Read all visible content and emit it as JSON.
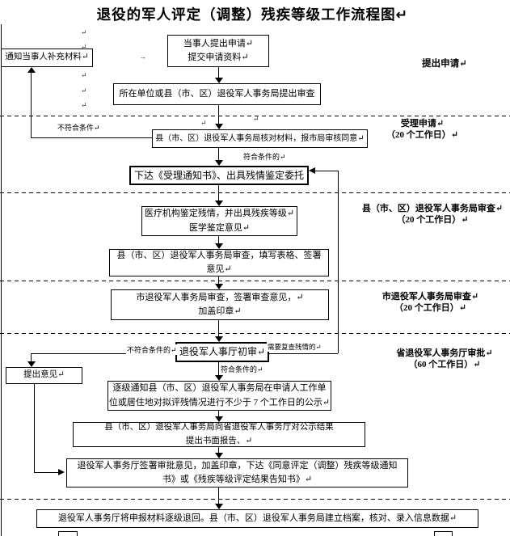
{
  "title": "退役的军人评定（调整）残疾等级工作流程图↵",
  "boxes": {
    "notify_supplement": {
      "lines": [
        "通知当事人补充材料↵"
      ]
    },
    "applicant_apply": {
      "lines": [
        "当事人提出申请↵",
        "提交申请资料↵"
      ]
    },
    "unit_review": {
      "lines": [
        "所在单位或县（市、区）退役军人事务局提出审查"
      ]
    },
    "county_check": {
      "lines": [
        "县（市、区）退役军人事务局核对材料，报市局审核同意↵"
      ]
    },
    "issue_notice": {
      "lines": [
        "下达《受理通知书》、出具残情鉴定委托"
      ]
    },
    "medical_appraisal": {
      "lines": [
        "医疗机构鉴定残情，并出具残疾等级↵",
        "医学鉴定意见↵"
      ]
    },
    "county_review": {
      "lines": [
        "县（市、区）退役军人事务局审查，填写表格、签署",
        "意见↵"
      ]
    },
    "city_review": {
      "lines": [
        "市退役军人事务局审查，签署审查意见，↵",
        "加盖印章↵"
      ]
    },
    "province_initial": {
      "lines": [
        "退役军人事厅初审↵"
      ]
    },
    "raise_opinion": {
      "lines": [
        "提出意见↵"
      ]
    },
    "publicity": {
      "lines": [
        "逐级通知县（市、区）退役军人事务局在申请人工作单",
        "位或居住地对拟评残情况进行不少于 7 个工作日的公示↵"
      ]
    },
    "written_report": {
      "lines": [
        "县（市、区）退役军人事务局向省退役军人事务厅对公示结果",
        "提出书面报告、↵"
      ]
    },
    "approval_issue": {
      "lines": [
        "退役军人事务厅签署审批意见，加盖印章，下达《同意评定（调整）残疾等级通知",
        "书》或《残疾等级评定结果告知书》↵"
      ]
    },
    "archive_return": {
      "lines": [
        "退役军人事务厅将申报材料逐级退回。县（市、区）退役军人事务局建立档案，核对、录入信息数据↵"
      ]
    }
  },
  "edge_labels": {
    "not_qualified_top": "不符合条件↵",
    "qualified_top": "符合条件的↵",
    "not_qualified_bottom": "不符合条件的↵",
    "recheck_disability": "需要复查残情的↵",
    "qualified_bottom": "符合条件的↵"
  },
  "stage_labels": [
    {
      "lines": [
        "提出申请↵"
      ]
    },
    {
      "lines": [
        "受理申请↵",
        "（20 个工作日）↵"
      ]
    },
    {
      "lines": [
        "县（市、区）退役军人事务局审查↵",
        "（20 个工作日）↵"
      ]
    },
    {
      "lines": [
        "市退役军人事务局审查↵",
        "（20 个工作日）↵"
      ]
    },
    {
      "lines": [
        "省退役军人事务厅审批↵",
        "（60 个工作日）↵"
      ]
    }
  ],
  "marks": [
    "↵",
    "↵",
    "↵",
    "↵",
    "↵",
    "→",
    "↵",
    "↵"
  ],
  "colors": {
    "line": "#000000",
    "text": "#000000",
    "background": "#ffffff"
  }
}
